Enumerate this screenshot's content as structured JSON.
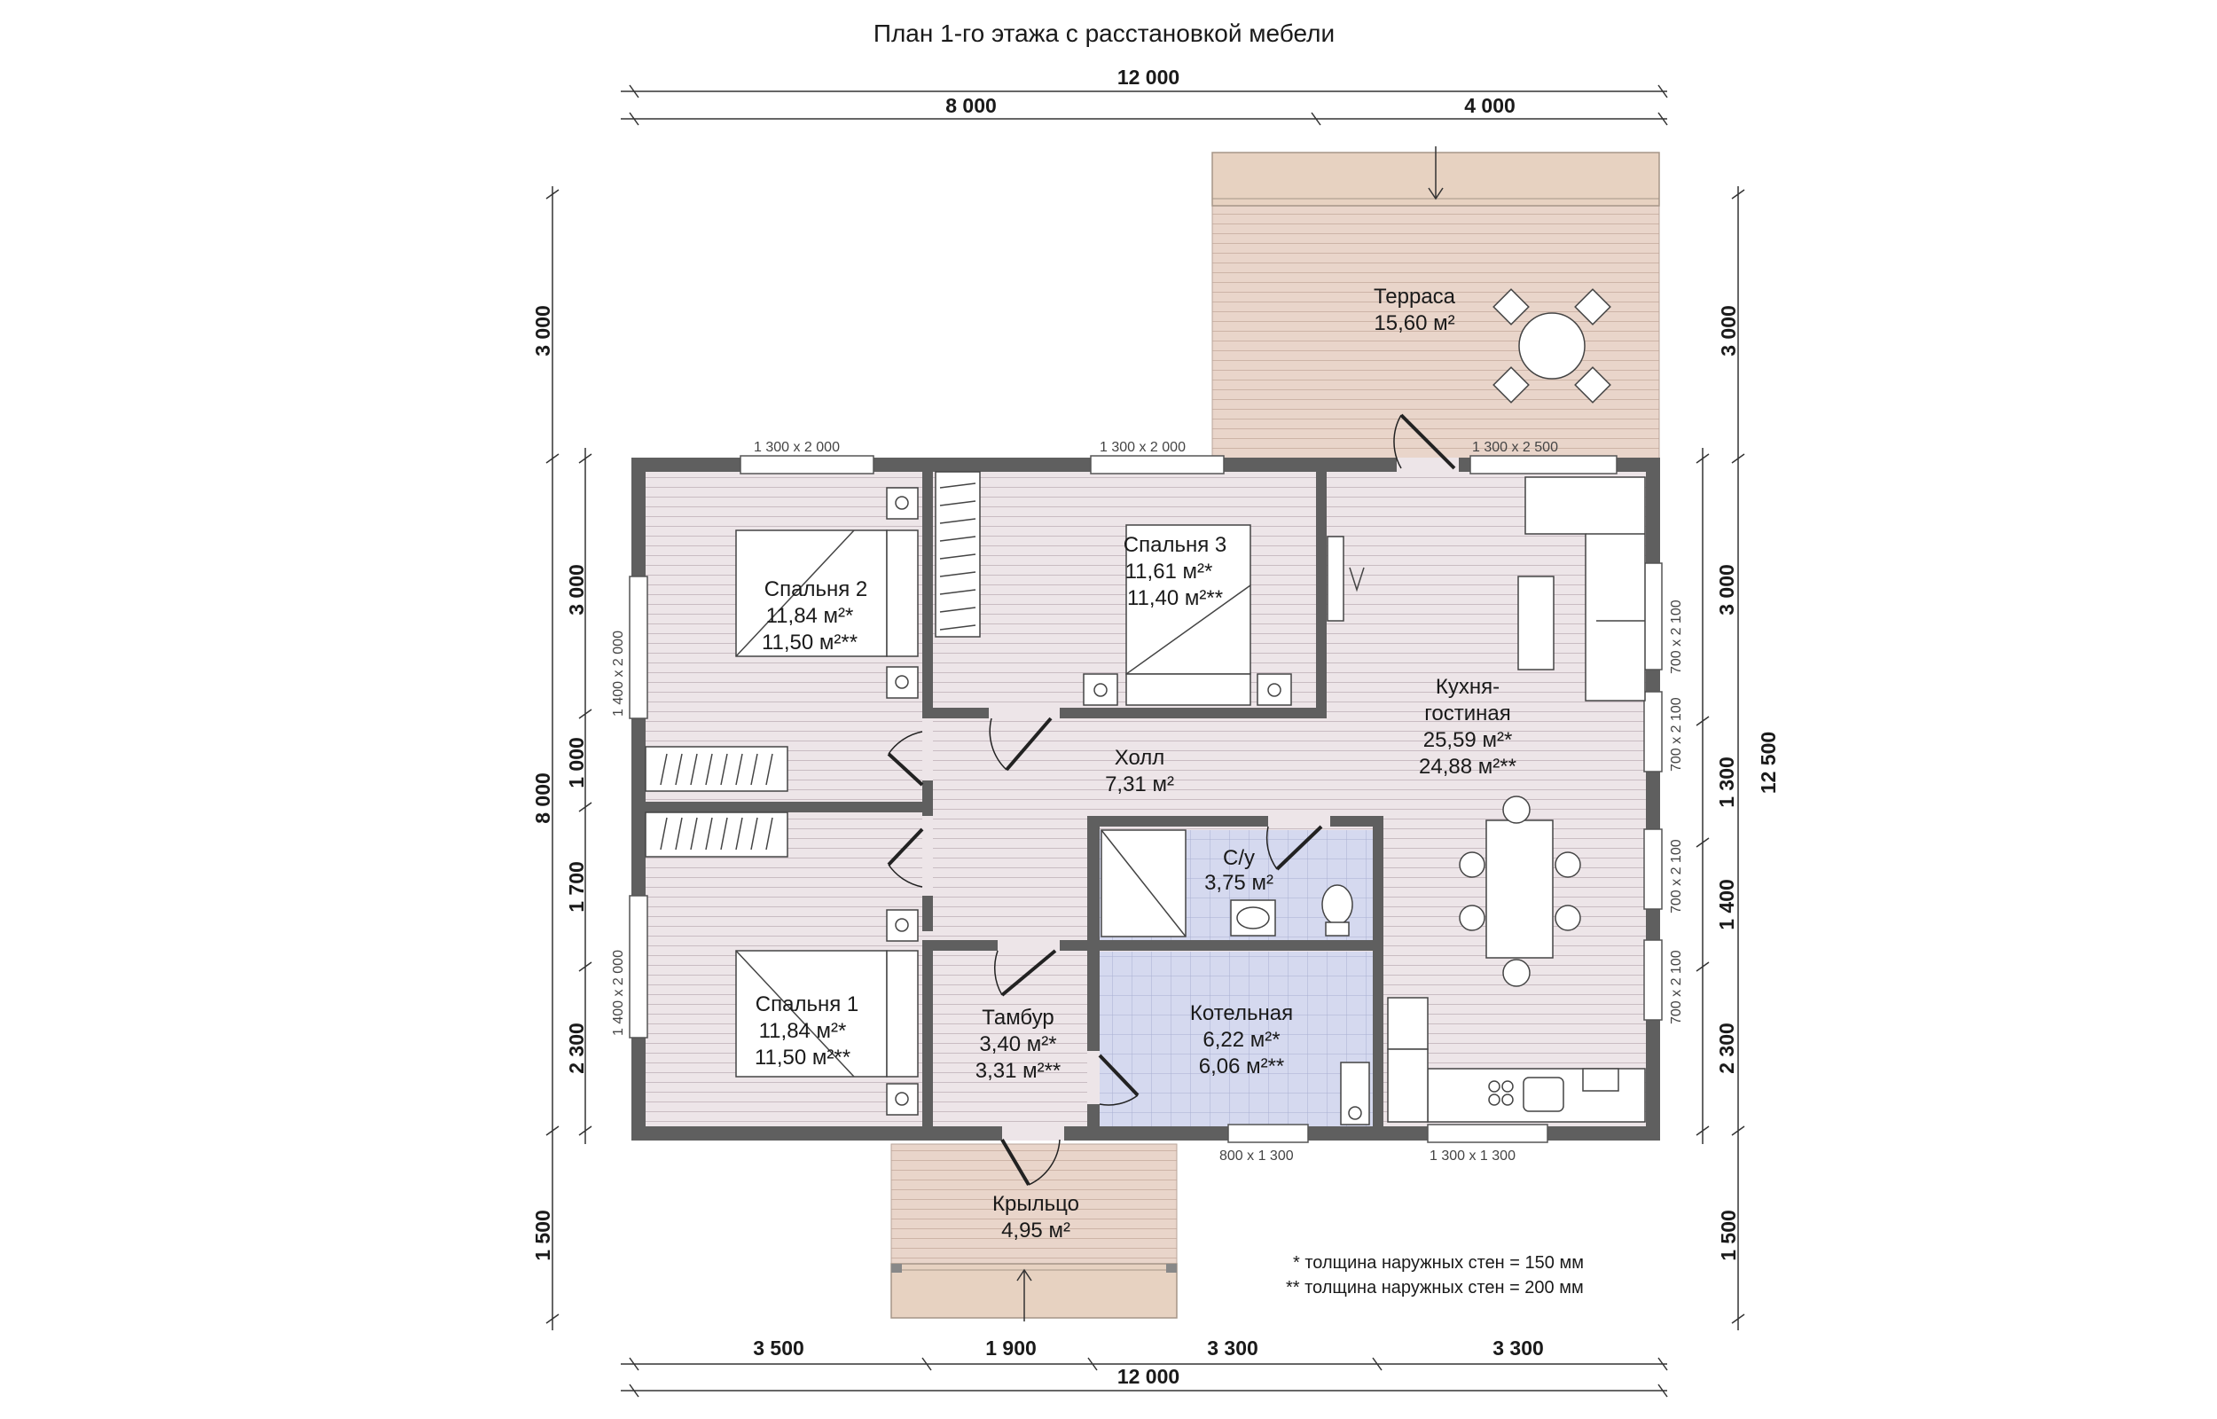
{
  "title": "План 1-го этажа с расстановкой мебели",
  "rooms": {
    "terrace": {
      "name": "Терраса",
      "area": "15,60 м²"
    },
    "bedroom2": {
      "name": "Спальня 2",
      "area1": "11,84 м²*",
      "area2": "11,50 м²**"
    },
    "bedroom3": {
      "name": "Спальня 3",
      "area1": "11,61 м²*",
      "area2": "11,40 м²**"
    },
    "kitchen": {
      "name1": "Кухня-",
      "name2": "гостиная",
      "area1": "25,59 м²*",
      "area2": "24,88 м²**"
    },
    "hall": {
      "name": "Холл",
      "area": "7,31 м²"
    },
    "wc": {
      "name": "С/у",
      "area": "3,75 м²"
    },
    "bedroom1": {
      "name": "Спальня 1",
      "area1": "11,84 м²*",
      "area2": "11,50 м²**"
    },
    "vestibule": {
      "name": "Тамбур",
      "area1": "3,40 м²*",
      "area2": "3,31 м²**"
    },
    "boiler": {
      "name": "Котельная",
      "area1": "6,22 м²*",
      "area2": "6,06 м²**"
    },
    "porch": {
      "name": "Крыльцо",
      "area": "4,95 м²"
    }
  },
  "dims": {
    "top_total": "12 000",
    "top_left": "8 000",
    "top_right": "4 000",
    "bottom_total": "12 000",
    "bottom_segments": [
      "3 500",
      "1 900",
      "3 300",
      "3 300"
    ],
    "left_total": "8 000",
    "left_top": "3 000",
    "left_segments": [
      "3 000",
      "1 000",
      "1 700",
      "2 300"
    ],
    "left_bottom": "1 500",
    "right_total": "12 500",
    "right_top": "3 000",
    "right_segments": [
      "3 000",
      "1 300",
      "1 400",
      "2 300"
    ],
    "right_bottom": "1 500"
  },
  "windows": {
    "w_top_1": "1 300 x 2 000",
    "w_top_2": "1 300 x 2 000",
    "w_top_3": "1 300 x 2 500",
    "w_left_1": "1 400 x 2 000",
    "w_left_2": "1 400 x 2 000",
    "w_right_1": "700 x 2 100",
    "w_right_2": "700 x 2 100",
    "w_right_3": "700 x 2 100",
    "w_right_4": "700 x 2 100",
    "w_bottom_1": "800 x 1 300",
    "w_bottom_2": "1 300 x 1 300"
  },
  "notes": {
    "note1": "*  толщина наружных стен = 150 мм",
    "note2": "**  толщина наружных стен = 200 мм"
  },
  "colors": {
    "wall": "#5f5f5f",
    "floor_wood": "#ece3e7",
    "terrace_wood": "#e8d3c8",
    "tile": "#d4d8ee",
    "dim_line": "#333333"
  }
}
